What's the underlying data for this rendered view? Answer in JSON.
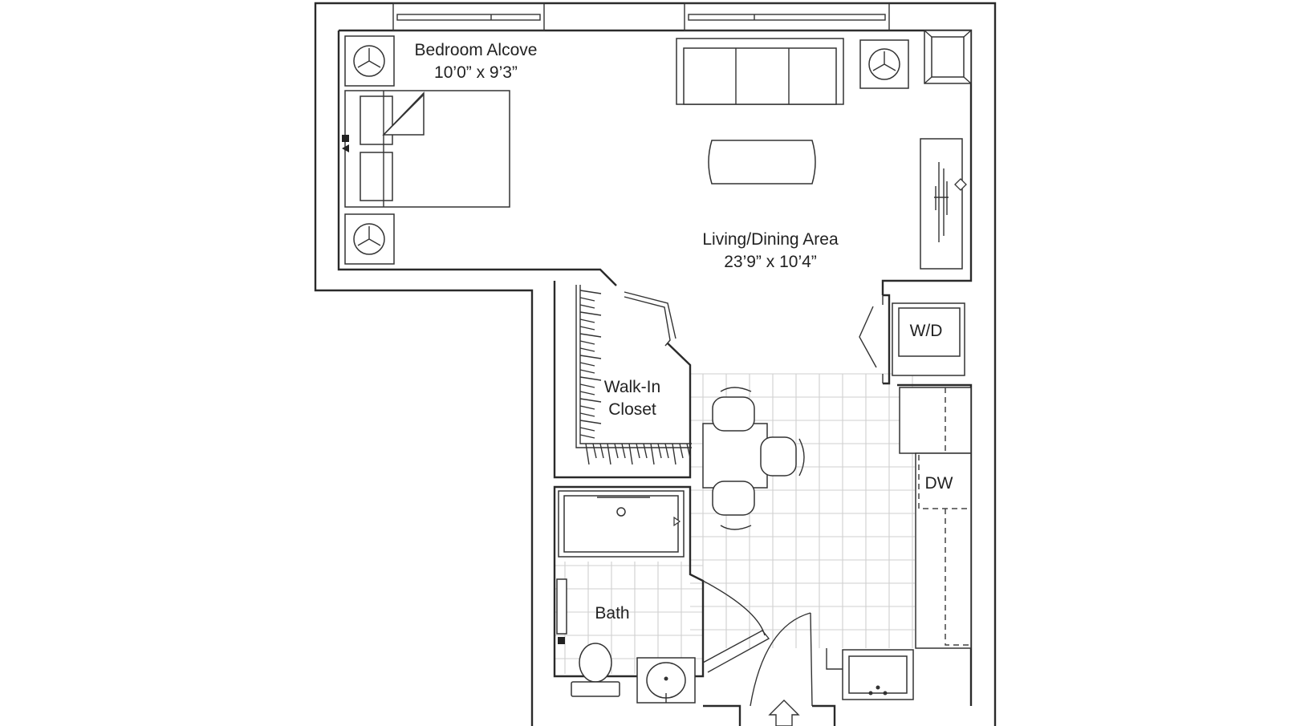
{
  "rooms": {
    "bedroom": {
      "name": "Bedroom Alcove",
      "dims": "10’0” x 9’3”"
    },
    "living": {
      "name": "Living/Dining Area",
      "dims": "23’9” x 10’4”"
    },
    "closet": {
      "line1": "Walk-In",
      "line2": "Closet"
    },
    "bath": {
      "name": "Bath"
    }
  },
  "appliances": {
    "washer_dryer": "W/D",
    "dishwasher": "DW"
  },
  "colors": {
    "wall": "#2a2a2a",
    "tile_grid": "#cfcfcf",
    "background": "#ffffff"
  }
}
